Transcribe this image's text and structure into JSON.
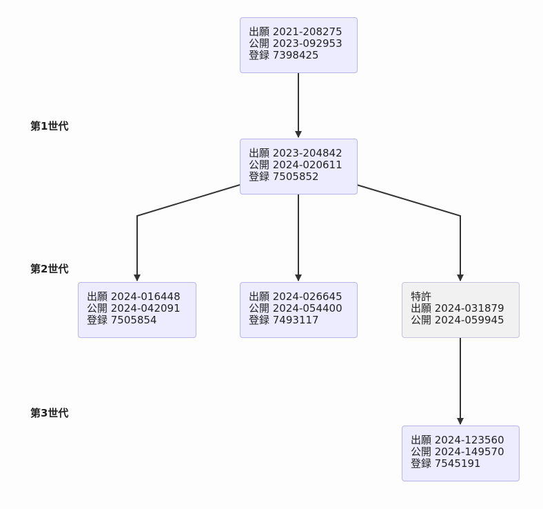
{
  "generations": [
    {
      "id": "gen1",
      "label": "第1世代"
    },
    {
      "id": "gen2",
      "label": "第2世代"
    },
    {
      "id": "gen3",
      "label": "第3世代"
    }
  ],
  "nodes": [
    {
      "id": "n0",
      "lines": [
        "出願 2021-208275",
        "公開 2023-092953",
        "登録 7398425"
      ]
    },
    {
      "id": "n1",
      "lines": [
        "出願 2023-204842",
        "公開 2024-020611",
        "登録 7505852"
      ]
    },
    {
      "id": "n2",
      "lines": [
        "出願 2024-016448",
        "公開 2024-042091",
        "登録 7505854"
      ]
    },
    {
      "id": "n3",
      "lines": [
        "出願 2024-026645",
        "公開 2024-054400",
        "登録 7493117"
      ]
    },
    {
      "id": "n4",
      "lines": [
        "特許",
        "出願 2024-031879",
        "公開 2024-059945"
      ],
      "style": "grey"
    },
    {
      "id": "n5",
      "lines": [
        "出願 2024-123560",
        "公開 2024-149570",
        "登録 7545191"
      ]
    }
  ],
  "edges": [
    {
      "from": "n0",
      "to": "n1"
    },
    {
      "from": "n1",
      "to": "n2"
    },
    {
      "from": "n1",
      "to": "n3"
    },
    {
      "from": "n1",
      "to": "n4"
    },
    {
      "from": "n4",
      "to": "n5"
    }
  ],
  "colors": {
    "node_fill": "#ececfe",
    "node_border": "#b9b5e8",
    "node_fill_grey": "#f1f1f1",
    "edge": "#333333"
  }
}
